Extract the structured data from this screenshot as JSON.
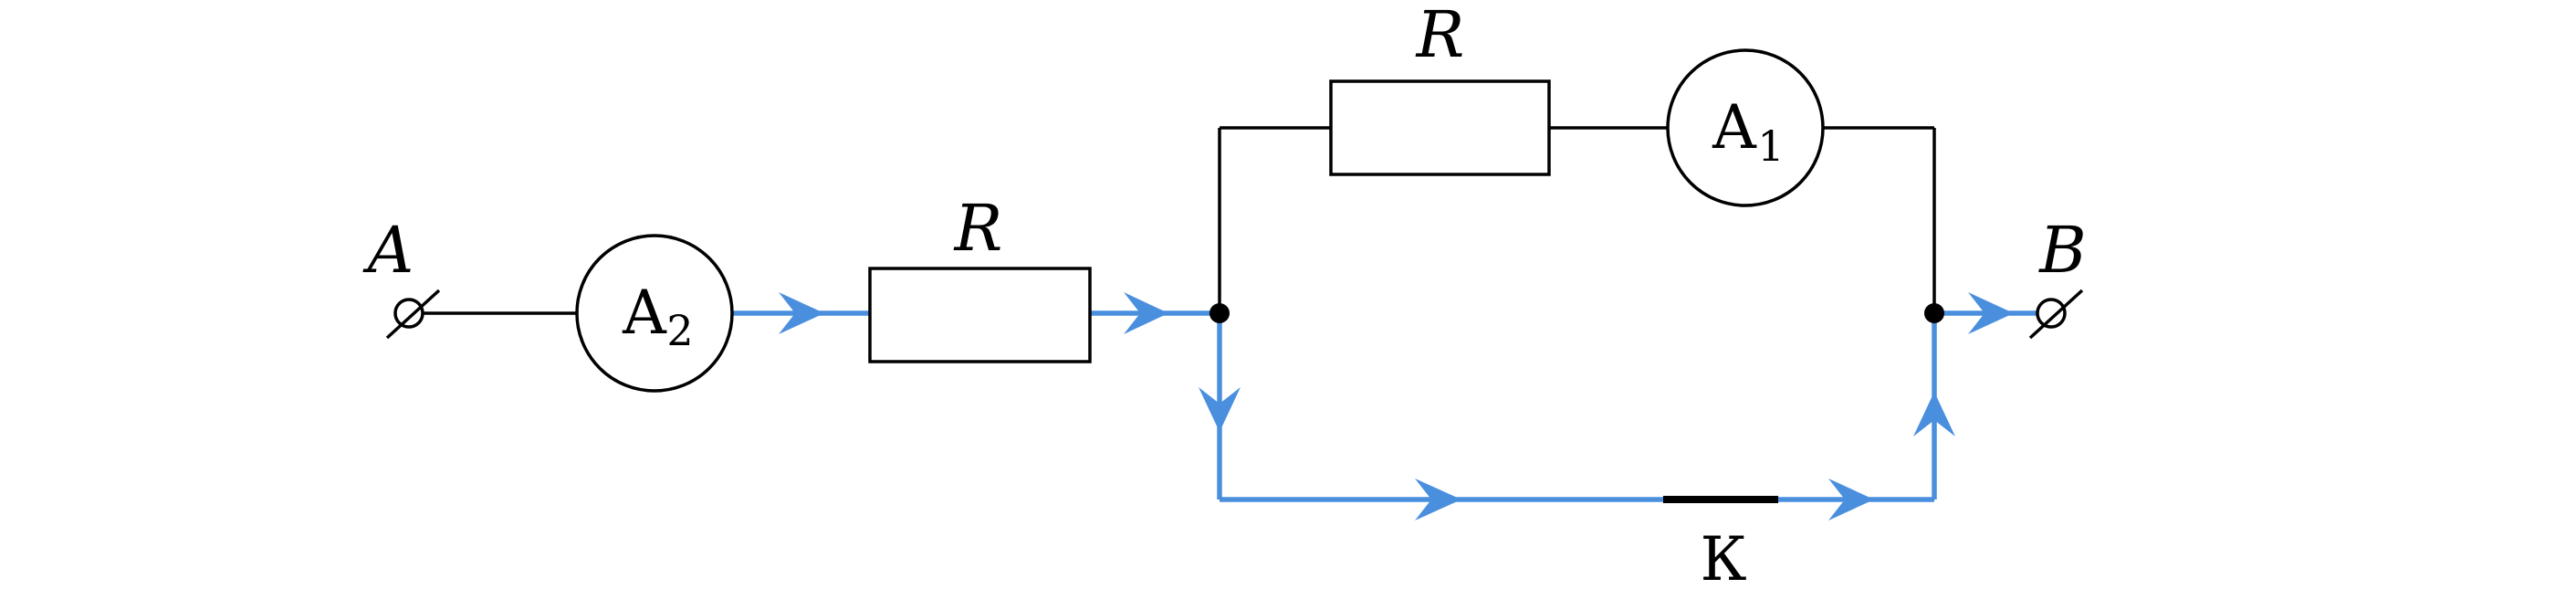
{
  "colors": {
    "wire": "#000000",
    "current": "#4a8fde",
    "background": "#ffffff"
  },
  "terminals": {
    "a_label": "A",
    "b_label": "B"
  },
  "ammeters": {
    "a2_letter": "A",
    "a2_sub": "2",
    "a1_letter": "A",
    "a1_sub": "1"
  },
  "resistors": {
    "series_label": "R",
    "branch_label": "R"
  },
  "switch": {
    "label": "К"
  }
}
